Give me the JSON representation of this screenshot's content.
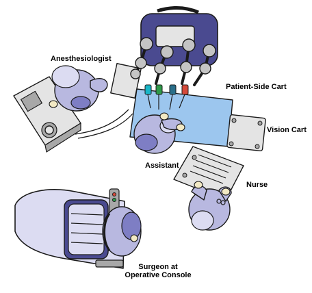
{
  "labels": {
    "anesthesiologist": "Anesthesiologist",
    "patient_side_cart": "Patient-Side Cart",
    "vision_cart": "Vision Cart",
    "assistant": "Assistant",
    "nurse": "Nurse",
    "surgeon_line1": "Surgeon at",
    "surgeon_line2": "Operative Console"
  },
  "colors": {
    "outline": "#1a1a1a",
    "person": "#b8b8e0",
    "person_dark": "#7e7ec4",
    "person_light": "#dcdcf2",
    "equipment": "#e4e4e4",
    "equipment_dark": "#a8a8a8",
    "drape": "#9cc6ee",
    "cart_body": "#4a4a90",
    "arm_joint": "#c4c4c4",
    "instrument_cyan": "#19b6c8",
    "instrument_green": "#2f9a4a",
    "instrument_teal": "#2a6f8a",
    "instrument_red": "#d64a3a"
  }
}
